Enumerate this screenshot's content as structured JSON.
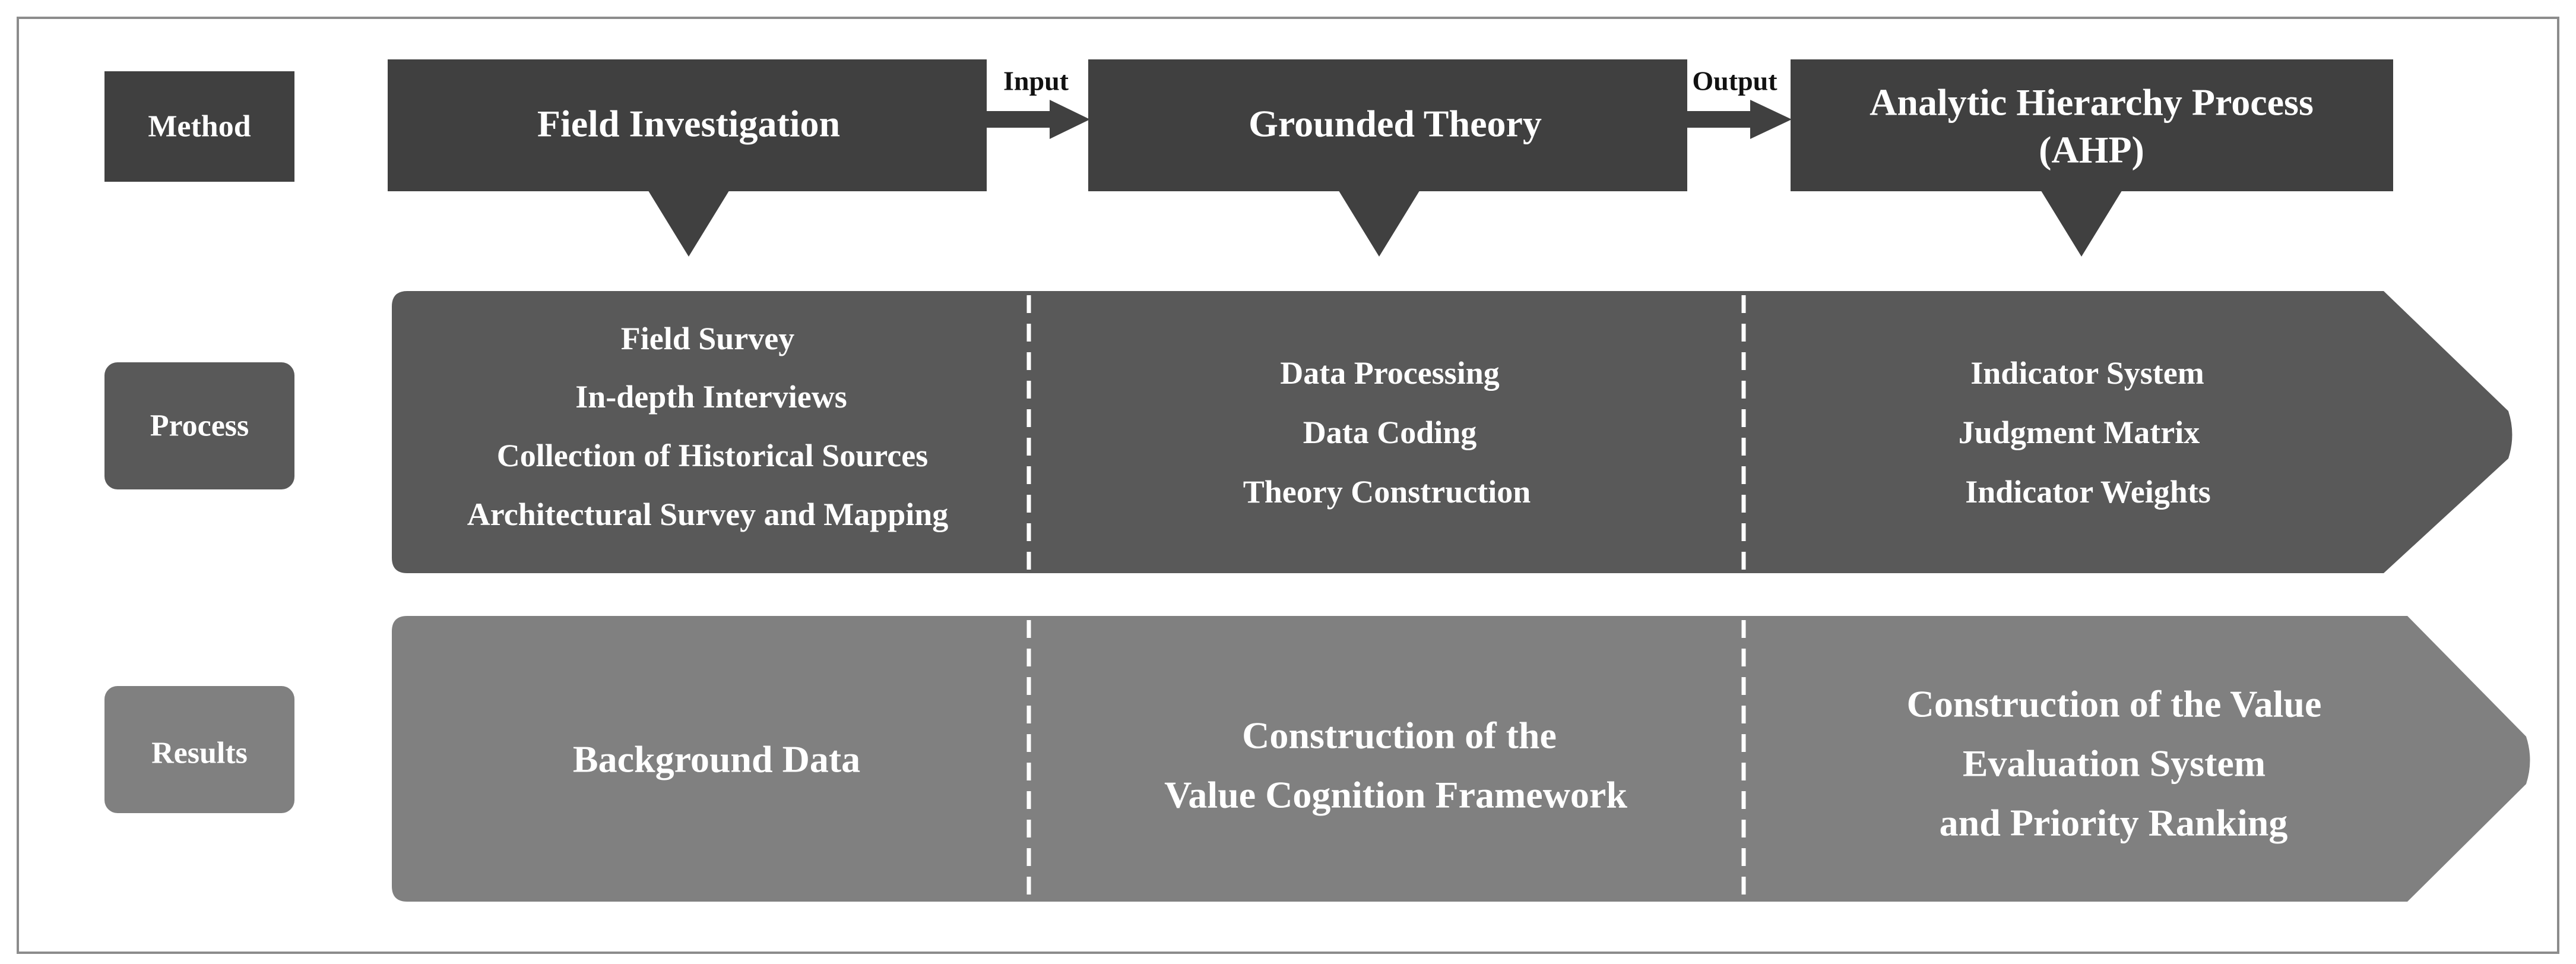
{
  "colors": {
    "method_fill": "#404040",
    "process_fill": "#595959",
    "results_fill": "#808080",
    "frame": "#8c8c8c",
    "text_light": "#ffffff",
    "text_dark": "#111111",
    "divider": "#ffffff"
  },
  "rows": {
    "method": "Method",
    "process": "Process",
    "results": "Results"
  },
  "methods": [
    {
      "lines": [
        "Field Investigation"
      ]
    },
    {
      "lines": [
        "Grounded Theory"
      ]
    },
    {
      "lines": [
        "Analytic Hierarchy Process",
        "(AHP)"
      ]
    }
  ],
  "connectors": {
    "input": "Input",
    "output": "Output"
  },
  "process": [
    {
      "lines": [
        "Field Survey",
        "In-depth Interviews",
        "Collection of Historical Sources",
        "Architectural Survey and Mapping"
      ]
    },
    {
      "lines": [
        "Data Processing",
        "Data Coding",
        "Theory Construction"
      ]
    },
    {
      "lines": [
        "Indicator System",
        "Judgment Matrix",
        "Indicator Weights"
      ]
    }
  ],
  "results": [
    {
      "lines": [
        "Background Data"
      ]
    },
    {
      "lines": [
        "Construction of the",
        "Value Cognition Framework"
      ]
    },
    {
      "lines": [
        "Construction of the Value",
        "Evaluation System",
        "and Priority Ranking"
      ]
    }
  ]
}
